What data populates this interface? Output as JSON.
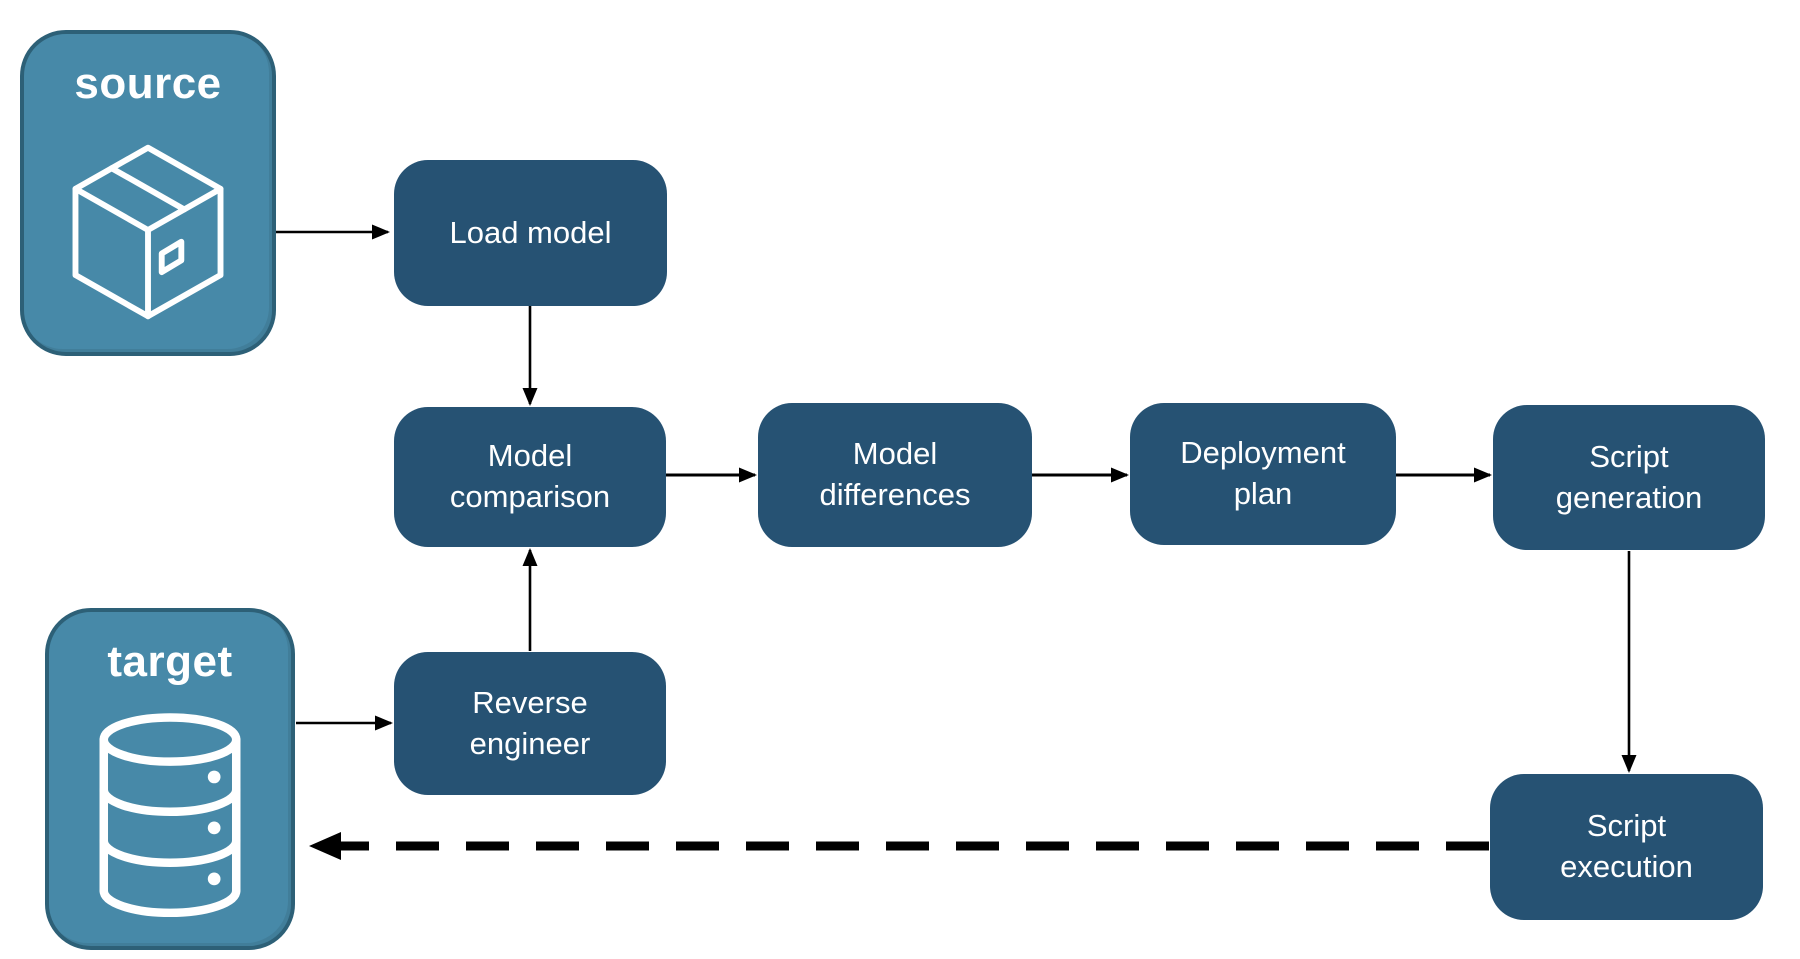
{
  "diagram": {
    "type": "flowchart",
    "background": "#ffffff",
    "nodes": {
      "source": {
        "label": "source",
        "role": "endpoint",
        "icon": "package-icon"
      },
      "target": {
        "label": "target",
        "role": "endpoint",
        "icon": "database-icon"
      },
      "load_model": {
        "label": "Load model",
        "role": "process"
      },
      "model_comparison": {
        "label": "Model comparison",
        "role": "process"
      },
      "model_differences": {
        "label": "Model differences",
        "role": "process"
      },
      "deployment_plan": {
        "label": "Deployment plan",
        "role": "process"
      },
      "script_generation": {
        "label": "Script generation",
        "role": "process"
      },
      "reverse_engineer": {
        "label": "Reverse engineer",
        "role": "process"
      },
      "script_execution": {
        "label": "Script execution",
        "role": "process"
      }
    },
    "edges": [
      {
        "from": "source",
        "to": "load_model",
        "style": "solid",
        "direction": "right"
      },
      {
        "from": "load_model",
        "to": "model_comparison",
        "style": "solid",
        "direction": "down"
      },
      {
        "from": "model_comparison",
        "to": "model_differences",
        "style": "solid",
        "direction": "right"
      },
      {
        "from": "model_differences",
        "to": "deployment_plan",
        "style": "solid",
        "direction": "right"
      },
      {
        "from": "deployment_plan",
        "to": "script_generation",
        "style": "solid",
        "direction": "right"
      },
      {
        "from": "target",
        "to": "reverse_engineer",
        "style": "solid",
        "direction": "right"
      },
      {
        "from": "reverse_engineer",
        "to": "model_comparison",
        "style": "solid",
        "direction": "up"
      },
      {
        "from": "script_generation",
        "to": "script_execution",
        "style": "solid",
        "direction": "down"
      },
      {
        "from": "script_execution",
        "to": "target",
        "style": "dashed",
        "direction": "left"
      }
    ],
    "colors": {
      "endpoint_fill": "#4789a8",
      "endpoint_border": "#2d6077",
      "process_fill": "#265273",
      "label_text": "#ffffff",
      "arrow": "#000000",
      "background": "#ffffff"
    }
  }
}
